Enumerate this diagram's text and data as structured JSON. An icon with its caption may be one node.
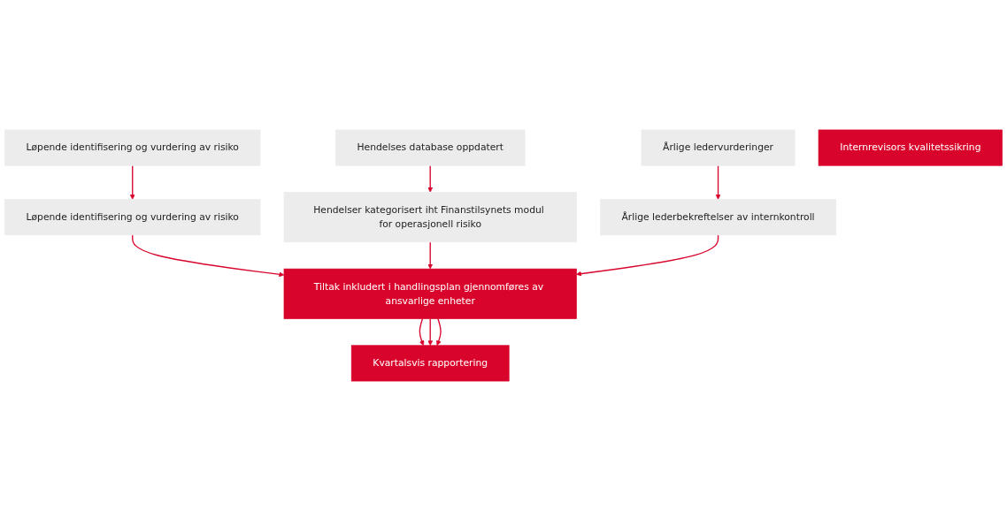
{
  "diagram": {
    "nodes": [
      {
        "text": [
          "Løpende identifisering og vurdering av risiko"
        ]
      },
      {
        "text": [
          "Hendelses database oppdatert"
        ]
      },
      {
        "text": [
          "Årlige ledervurderinger"
        ]
      },
      {
        "text": [
          "Løpende identifisering og vurdering av risiko"
        ]
      },
      {
        "text": [
          "Hendelser kategorisert iht Finanstilsynets modul for operasjonell risiko"
        ]
      },
      {
        "text": [
          "Årlige lederbekreftelser av internkontroll"
        ]
      },
      {
        "text": [
          "Tiltak inkludert i handlingsplan gjennomføres av ansvarlige enheter"
        ]
      },
      {
        "text": [
          "Kvartalsvis rapportering"
        ]
      },
      {
        "text": [
          "Internrevisors kvalitetssikring"
        ]
      }
    ],
    "edges": [
      {
        "from": 0,
        "to": 3,
        "arrow": "to"
      },
      {
        "from": 1,
        "to": 4,
        "arrow": "to"
      },
      {
        "from": 2,
        "to": 5,
        "arrow": "to"
      },
      {
        "from": 3,
        "to": 6,
        "arrow": "to"
      },
      {
        "from": 4,
        "to": 6,
        "arrow": "to"
      },
      {
        "from": 5,
        "to": 6,
        "arrow": "to"
      },
      {
        "from": 6,
        "to": 7,
        "arrow": "to"
      },
      {
        "from": 6,
        "to": 7,
        "arrow": "to"
      },
      {
        "from": 6,
        "to": 7,
        "arrow": "to"
      }
    ]
  }
}
